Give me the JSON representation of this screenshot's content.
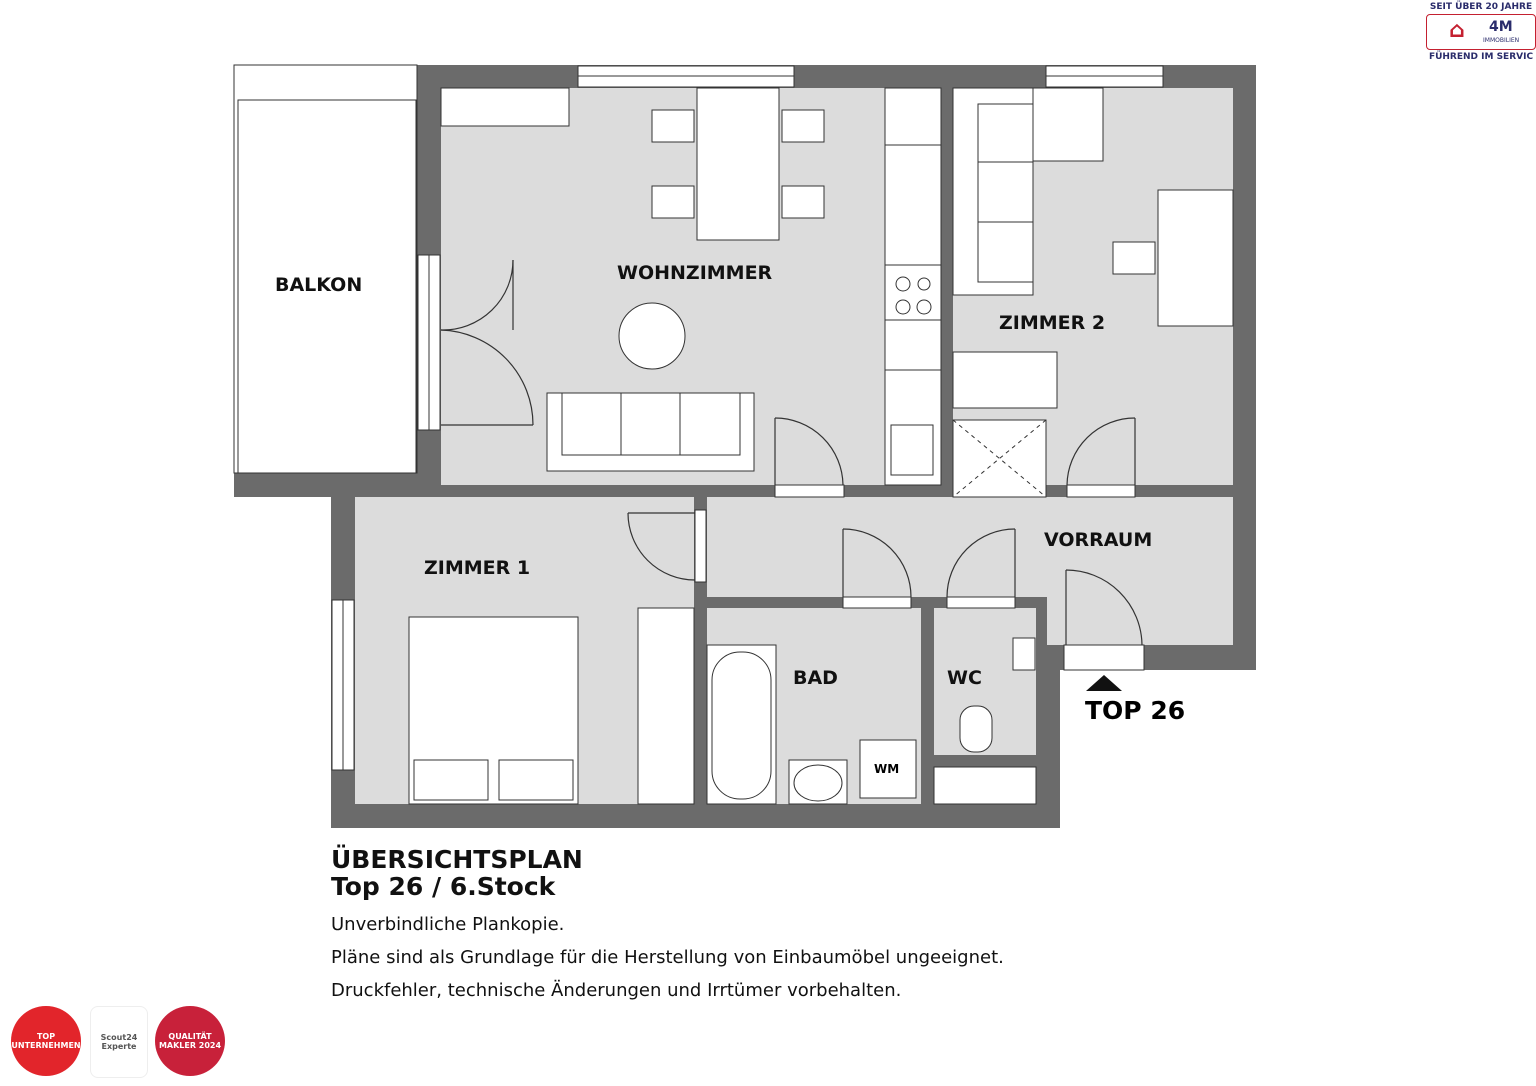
{
  "rooms": {
    "balkon": "BALKON",
    "wohnzimmer": "WOHNZIMMER",
    "zimmer2": "ZIMMER 2",
    "zimmer1": "ZIMMER 1",
    "vorraum": "VORRAUM",
    "bad": "BAD",
    "wc": "WC",
    "wm": "WM"
  },
  "entrance": "TOP 26",
  "caption": {
    "title": "ÜBERSICHTSPLAN",
    "subtitle": "Top 26 / 6.Stock",
    "notes": [
      "Unverbindliche Plankopie.",
      "Pläne sind als Grundlage für die Herstellung von Einbaumöbel ungeeignet.",
      "Druckfehler, technische Änderungen und Irrtümer vorbehalten."
    ]
  },
  "logo": {
    "top": "SEIT ÜBER 20 JAHRE",
    "brand": "4M",
    "sub": "IMMOBILIEN",
    "bottom": "FÜHREND IM SERVIC"
  },
  "badges": [
    {
      "text": "TOP UNTERNEHMEN",
      "color": "#e2252b"
    },
    {
      "text": "Scout24 Experte",
      "color": "#ffffff"
    },
    {
      "text": "QUALITÄT MAKLER 2024",
      "color": "#c8213a"
    }
  ],
  "colors": {
    "wall": "#6b6b6b",
    "floor": "#dcdcdc"
  }
}
